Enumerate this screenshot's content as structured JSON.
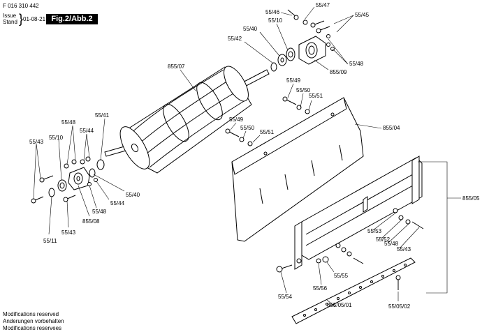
{
  "header": {
    "doc_number": "F 016 310 442",
    "issue_label": "Issue",
    "stand_label": "Stand",
    "date": "01-08-21",
    "figure_badge": "Fig.2/Abb.2"
  },
  "footer": {
    "lines": [
      "Modifications reserved",
      "Anderungen vorbehalten",
      "Modifications reservees"
    ]
  },
  "callouts": [
    "55/46",
    "55/47",
    "55/45",
    "55/10",
    "55/40",
    "55/42",
    "55/48",
    "855/09",
    "855/07",
    "55/49",
    "55/50",
    "55/51",
    "55/49",
    "55/50",
    "55/51",
    "855/04",
    "55/41",
    "55/48",
    "55/44",
    "55/10",
    "55/43",
    "55/40",
    "55/44",
    "55/48",
    "855/08",
    "55/43",
    "55/11",
    "855/05",
    "55/53",
    "55/52",
    "55/48",
    "55/43",
    "55/55",
    "55/56",
    "55/54",
    "855/05/01",
    "55/05/02"
  ]
}
